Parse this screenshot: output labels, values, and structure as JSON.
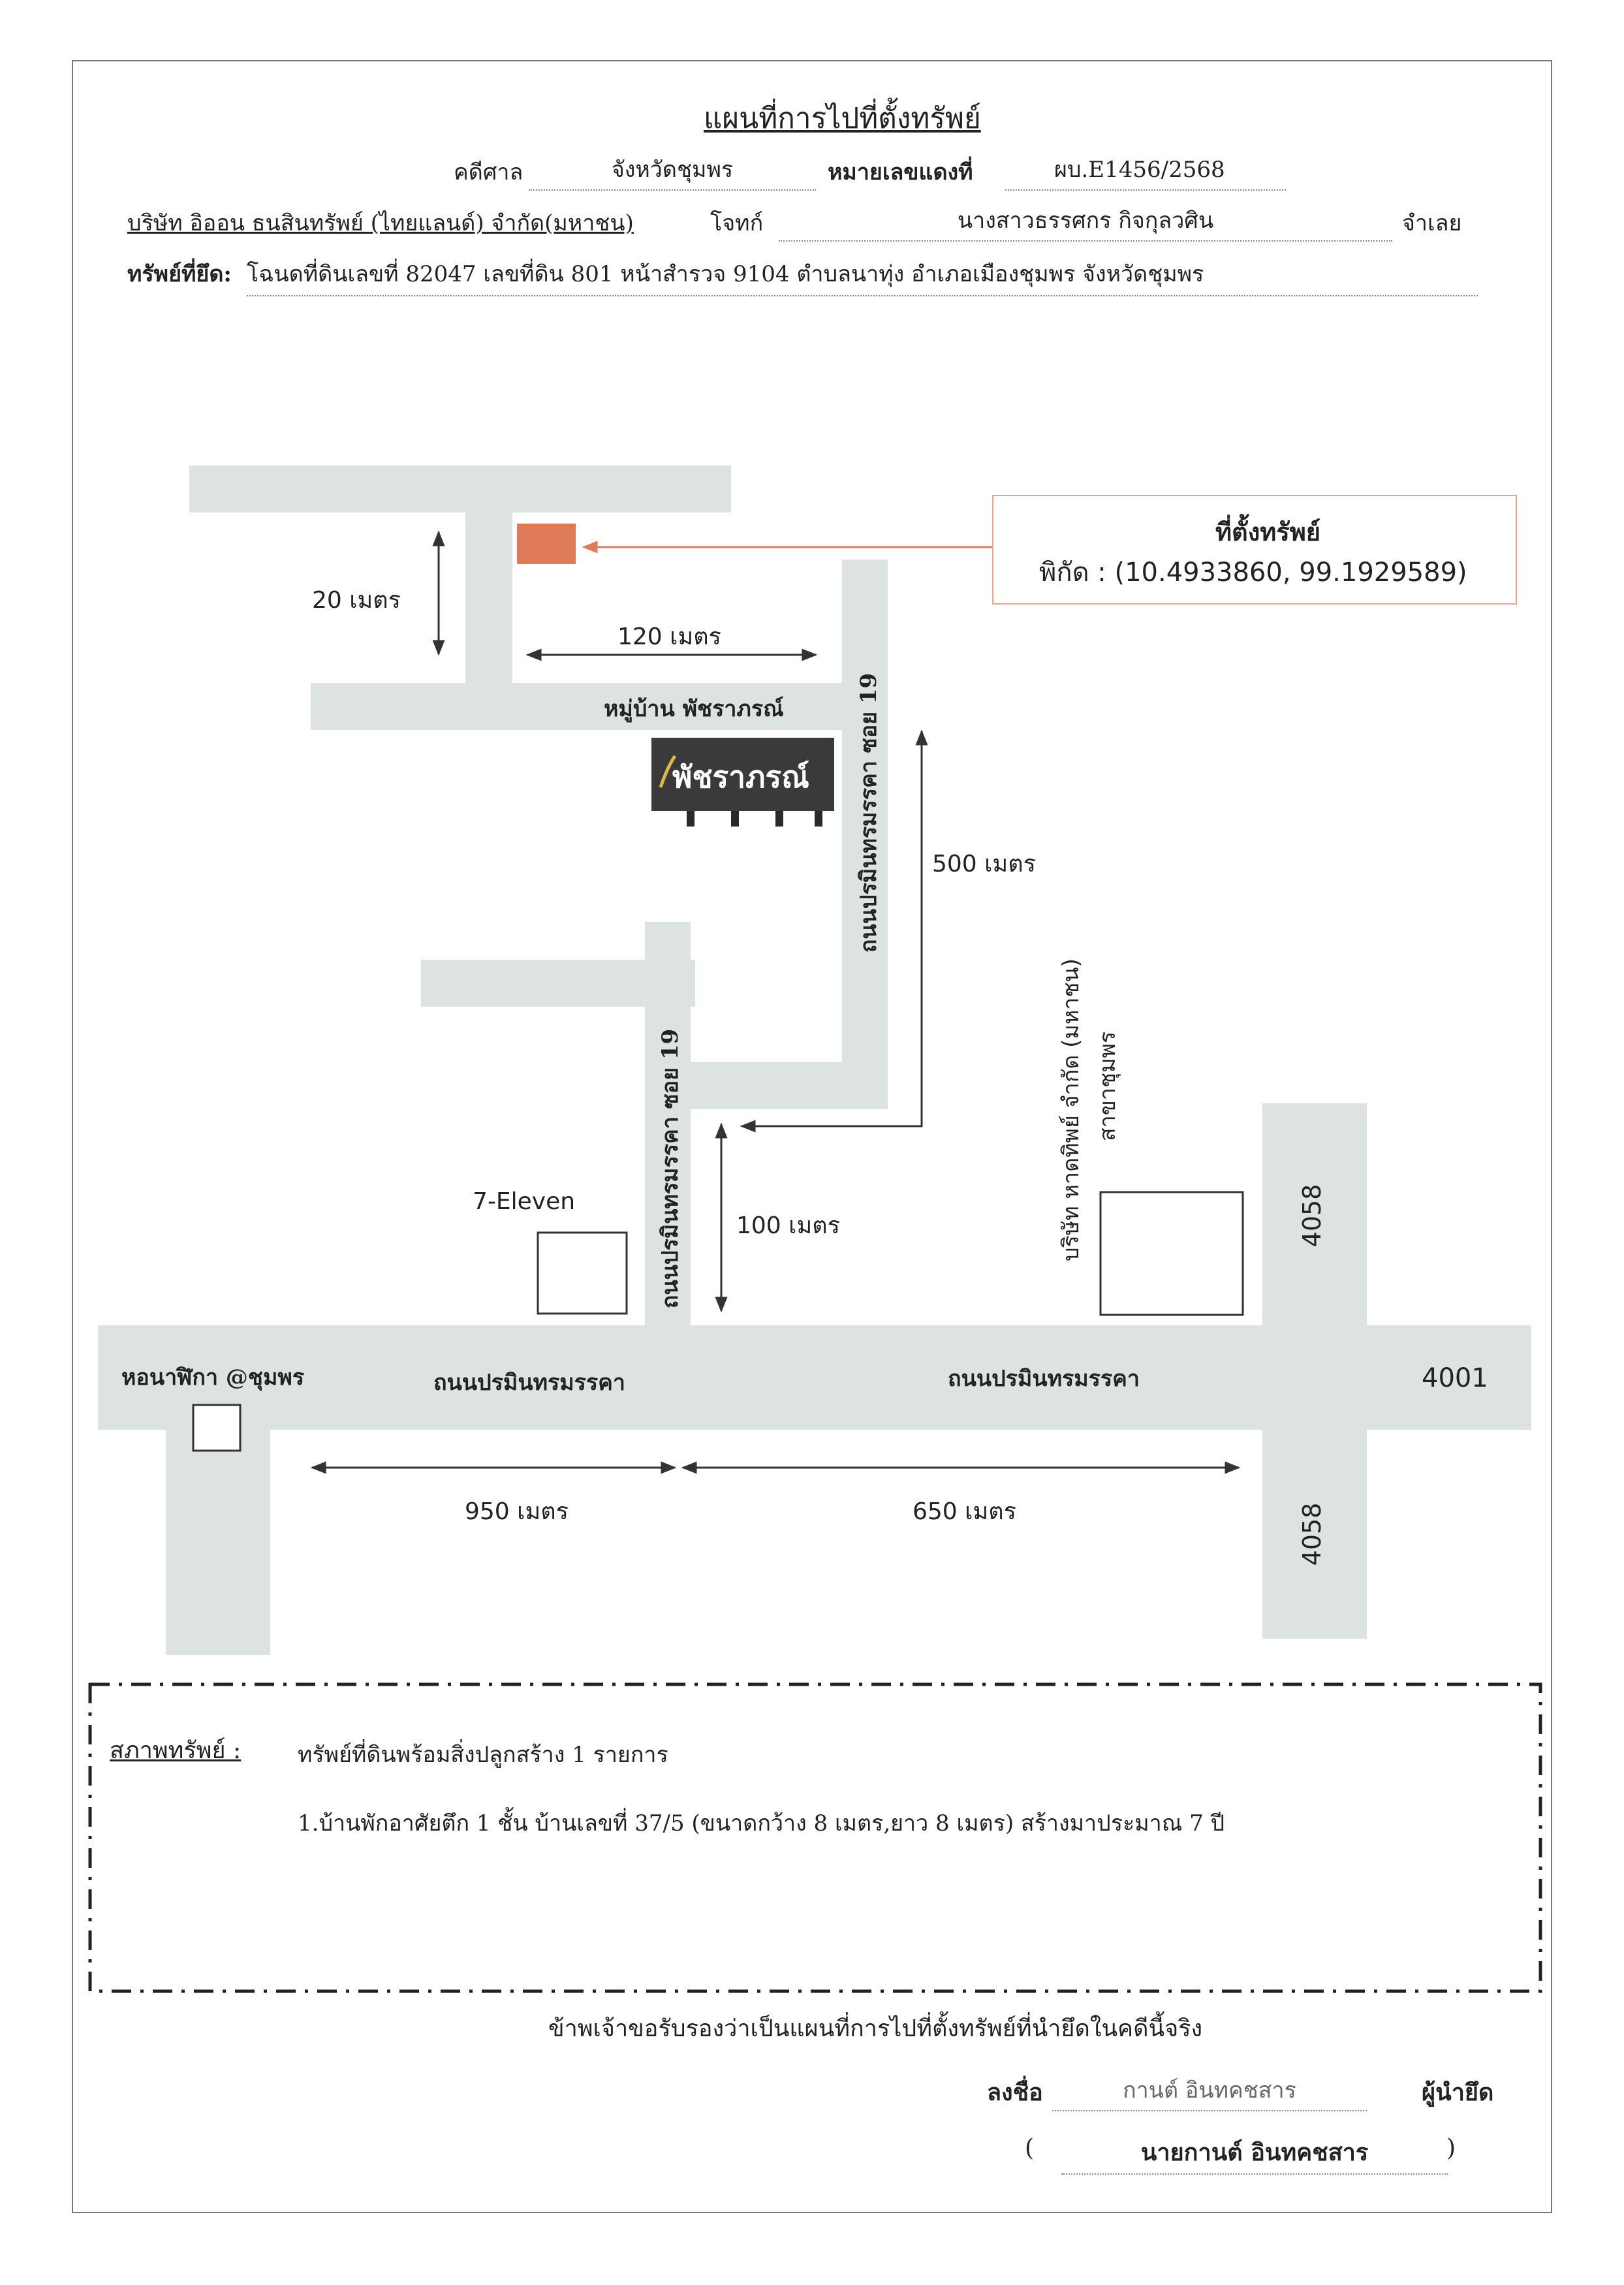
{
  "header": {
    "title": "แผนที่การไปที่ตั้งทรัพย์",
    "case_label": "คดีศาล",
    "case_value": "จังหวัดชุมพร",
    "red_number_label": "หมายเลขแดงที่",
    "red_number_value": "ผบ.E1456/2568",
    "plaintiff": "บริษัท อิออน ธนสินทรัพย์ (ไทยแลนด์) จำกัด(มหาชน)",
    "plaintiff_role": "โจทก์",
    "defendant": "นางสาวธรรศกร กิจกุลวศิน",
    "defendant_role": "จำเลย",
    "property_label": "ทรัพย์ที่ยึด:",
    "property_value": "โฉนดที่ดินเลขที่ 82047 เลขที่ดิน 801 หน้าสำรวจ 9104 ตำบลนาทุ่ง อำเภอเมืองชุมพร จังหวัดชุมพร"
  },
  "map": {
    "location_title": "ที่ตั้งทรัพย์",
    "coordinates": "พิกัด : (10.4933860, 99.1929589)",
    "dist_20": "20 เมตร",
    "dist_120": "120 เมตร",
    "village_road": "หมู่บ้าน พัชราภรณ์",
    "village_sign": "พัชราภรณ์",
    "soi_road_upper": "ถนนปรมินทรมรรคา ซอย 19",
    "soi_road_lower": "ถนนปรมินทรมรรคา ซอย 19",
    "dist_500": "500 เมตร",
    "dist_100": "100 เมตร",
    "seven_eleven": "7-Eleven",
    "company_name": "บริษัท หาดทิพย์ จำกัด (มหาชน)",
    "company_branch": "สาขาชุมพร",
    "route_4058_top": "4058",
    "route_4058_bottom": "4058",
    "route_4001": "4001",
    "clock_tower": "หอนาฬิกา @ชุมพร",
    "main_road_left": "ถนนปรมินทรมรรคา",
    "main_road_right": "ถนนปรมินทรมรรคา",
    "dist_950": "950 เมตร",
    "dist_650": "650 เมตร",
    "colors": {
      "road": "#dde3e0",
      "property_marker": "#e07b5a",
      "label_border": "#e8a58c"
    }
  },
  "condition": {
    "label": "สภาพทรัพย์ :",
    "summary": "ทรัพย์ที่ดินพร้อมสิ่งปลูกสร้าง 1 รายการ",
    "item1": "1.บ้านพักอาศัยตึก 1 ชั้น บ้านเลขที่ 37/5 (ขนาดกว้าง 8 เมตร,ยาว 8 เมตร) สร้างมาประมาณ 7 ปี"
  },
  "certification": {
    "statement": "ข้าพเจ้าขอรับรองว่าเป็นแผนที่การไปที่ตั้งทรัพย์ที่นำยึดในคดีนี้จริง",
    "sign_label": "ลงชื่อ",
    "signature": "กานต์ อินทคชสาร",
    "signer_role": "ผู้นำยึด",
    "open_paren": "(",
    "printed_name": "นายกานต์ อินทคชสาร",
    "close_paren": ")"
  }
}
